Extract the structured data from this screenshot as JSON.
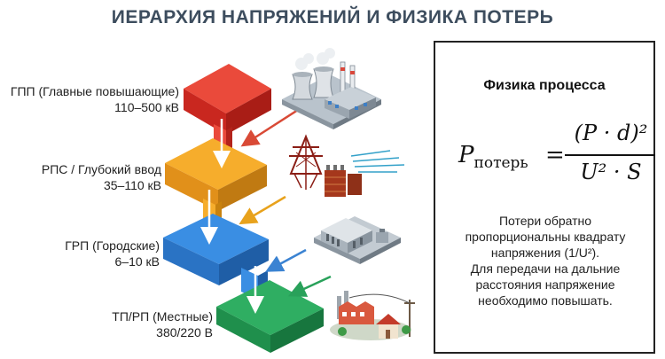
{
  "title": "ИЕРАРХИЯ НАПРЯЖЕНИЙ И ФИЗИКА ПОТЕРЬ",
  "levels": [
    {
      "name": "ГПП (Главные повышающие)",
      "voltage": "110–500 кВ",
      "color": "#e0362e"
    },
    {
      "name": "РПС / Глубокий ввод",
      "voltage": "35–110 кВ",
      "color": "#f2a21e"
    },
    {
      "name": "ГРП (Городские)",
      "voltage": "6–10 кВ",
      "color": "#2f7fd6"
    },
    {
      "name": "ТП/РП (Местные)",
      "voltage": "380/220 В",
      "color": "#21a055"
    }
  ],
  "icons": [
    "power-plant-icon",
    "transmission-tower-icon",
    "city-substation-icon",
    "houses-icon"
  ],
  "physics": {
    "heading": "Физика процесса",
    "formula": {
      "lhs": "P",
      "lhs_sub": "потерь",
      "numerator": "(P · d)²",
      "denominator": "U² · S"
    },
    "text_lines": [
      "Потери обратно",
      "пропорциональны квадрату",
      "напряжения (1/U²).",
      "Для передачи на дальние",
      "расстояния напряжение",
      "необходимо повышать."
    ]
  }
}
